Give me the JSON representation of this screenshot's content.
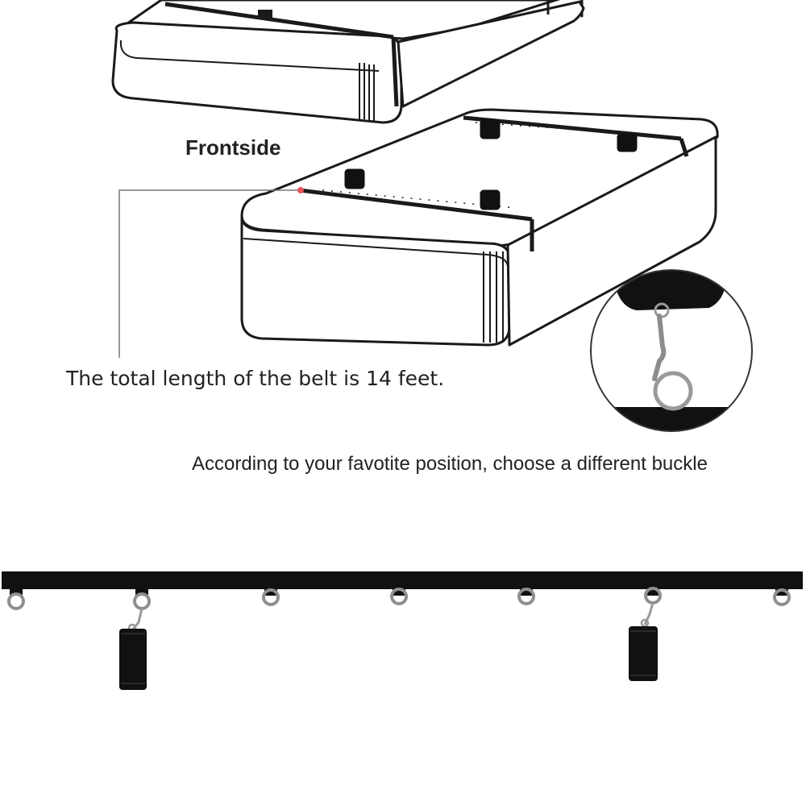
{
  "labels": {
    "frontside": "Frontside",
    "belt_length": "The total length of the belt is 14 feet.",
    "buckle_instruction": "According to your favotite position, choose a different buckle"
  },
  "colors": {
    "outline": "#1a1a1a",
    "belt": "#111111",
    "ring_metal": "#9a9a9a",
    "pointer_dot": "#e8525a",
    "background": "#ffffff"
  },
  "belt": {
    "ring_count": 7,
    "cuff_count": 2
  },
  "mattress": {
    "anchor_count": 4
  }
}
